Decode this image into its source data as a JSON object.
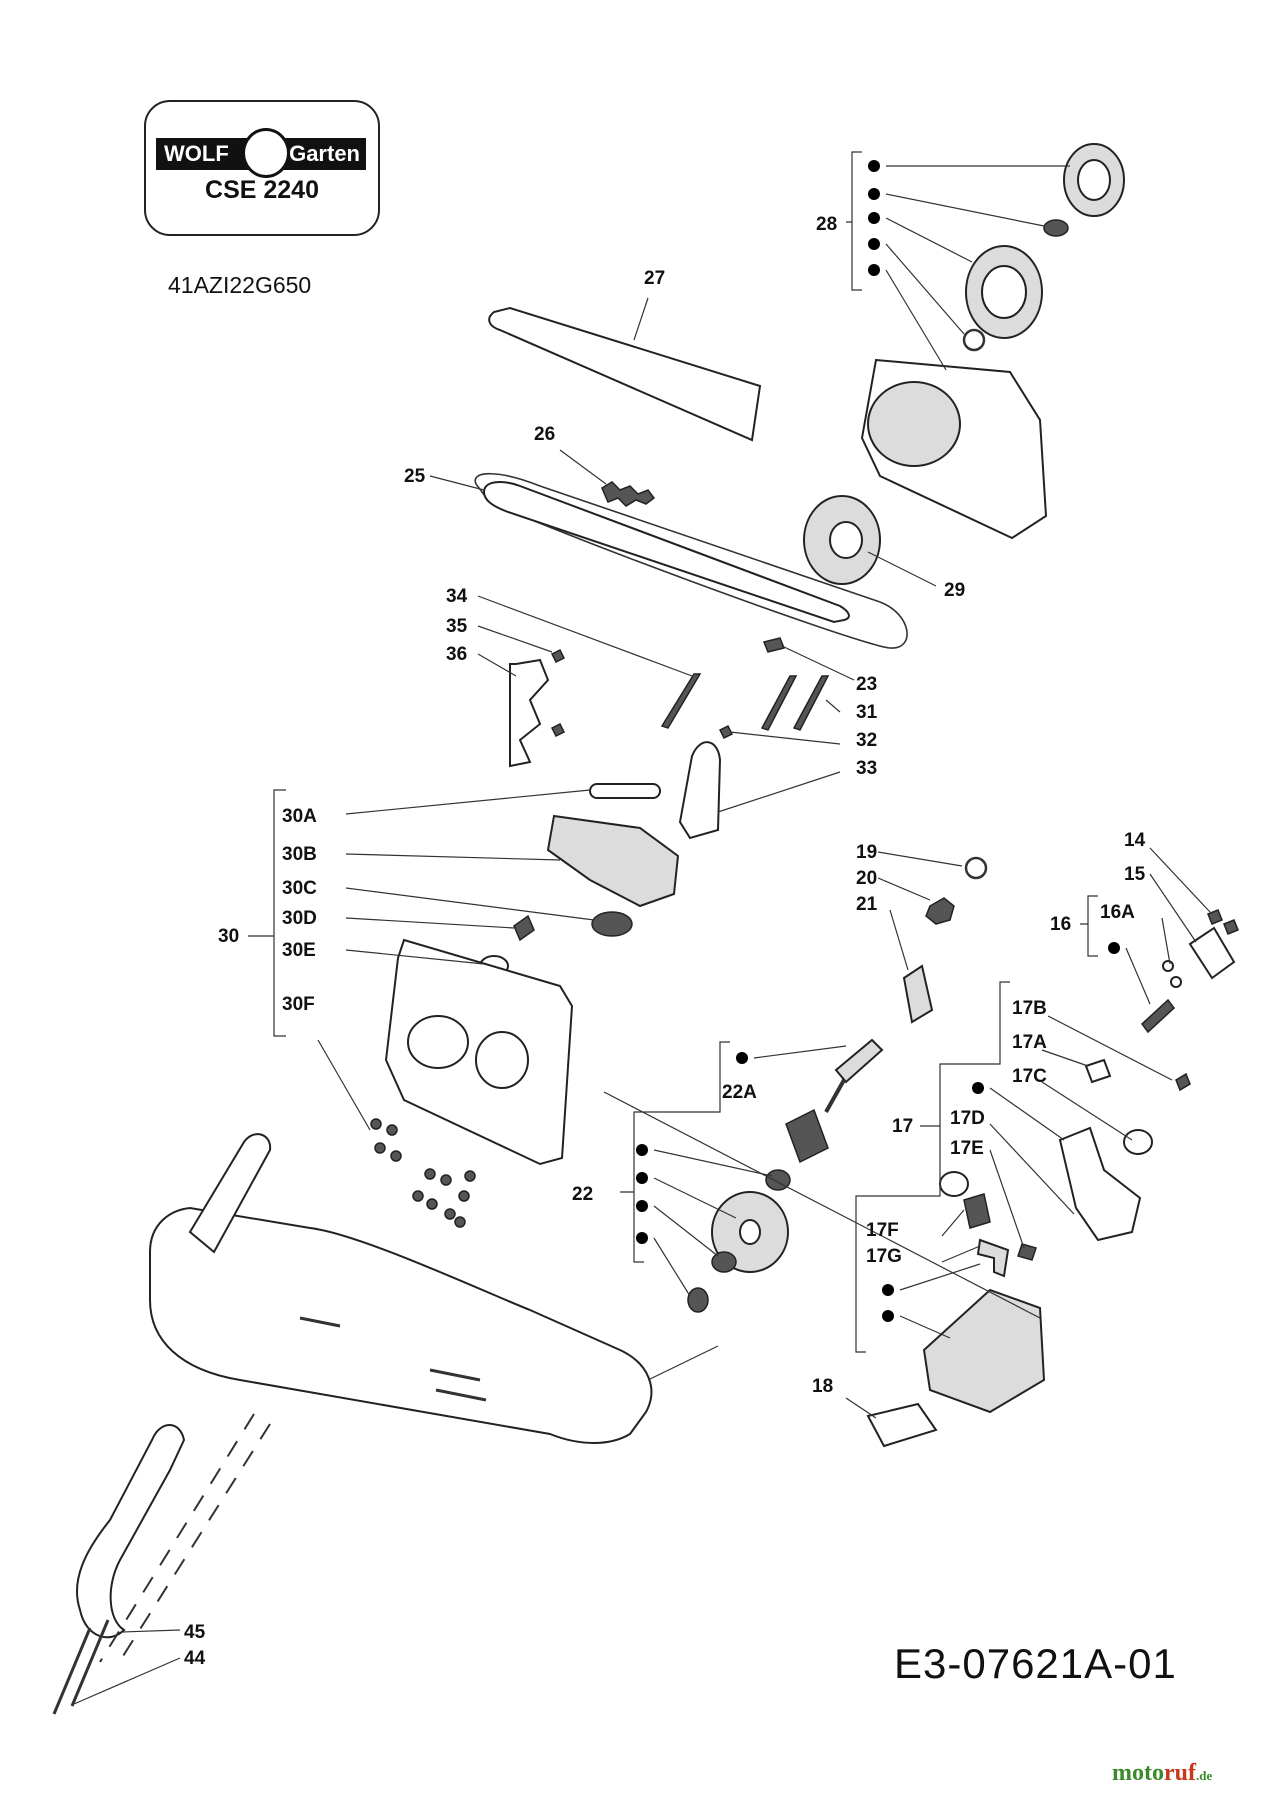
{
  "brand": {
    "left": "WOLF",
    "right": "Garten",
    "model": "CSE 2240"
  },
  "serial": "41AZI22G650",
  "ref_code": "E3-07621A-01",
  "site": {
    "a": "moto",
    "b": "ruf",
    "tld": ".de"
  },
  "icons": {
    "logo": "wolf-head-icon"
  },
  "parts": [
    {
      "id": "27",
      "name": "chain-cover"
    },
    {
      "id": "26",
      "name": "chain"
    },
    {
      "id": "25",
      "name": "guide-bar"
    },
    {
      "id": "28",
      "name": "sprocket-group"
    },
    {
      "id": "29",
      "name": "tension-wheel"
    },
    {
      "id": "34",
      "name": "bolt"
    },
    {
      "id": "35",
      "name": "screw"
    },
    {
      "id": "36",
      "name": "bumper-spike"
    },
    {
      "id": "23",
      "name": "screw"
    },
    {
      "id": "31",
      "name": "bolt"
    },
    {
      "id": "32",
      "name": "screw"
    },
    {
      "id": "33",
      "name": "plate"
    },
    {
      "id": "30A",
      "name": "gasket"
    },
    {
      "id": "30B",
      "name": "cover-plate"
    },
    {
      "id": "30C",
      "name": "washer"
    },
    {
      "id": "30D",
      "name": "bolt"
    },
    {
      "id": "30E",
      "name": "cap"
    },
    {
      "id": "30F",
      "name": "screws"
    },
    {
      "id": "30",
      "name": "gear-housing-group"
    },
    {
      "id": "19",
      "name": "circlip"
    },
    {
      "id": "20",
      "name": "star-washer"
    },
    {
      "id": "21",
      "name": "worm"
    },
    {
      "id": "22A",
      "name": "spring"
    },
    {
      "id": "22",
      "name": "gear-group"
    },
    {
      "id": "14",
      "name": "screw"
    },
    {
      "id": "15",
      "name": "bracket"
    },
    {
      "id": "16A",
      "name": "washer"
    },
    {
      "id": "16",
      "name": "brake-group"
    },
    {
      "id": "17B",
      "name": "screw"
    },
    {
      "id": "17A",
      "name": "clip"
    },
    {
      "id": "17C",
      "name": "washer"
    },
    {
      "id": "17D",
      "name": "bushing"
    },
    {
      "id": "17E",
      "name": "pin"
    },
    {
      "id": "17",
      "name": "lever-group"
    },
    {
      "id": "17F",
      "name": "spring"
    },
    {
      "id": "17G",
      "name": "pin"
    },
    {
      "id": "18",
      "name": "switch"
    },
    {
      "id": "45",
      "name": "front-handle"
    },
    {
      "id": "44",
      "name": "handle-screw"
    }
  ]
}
